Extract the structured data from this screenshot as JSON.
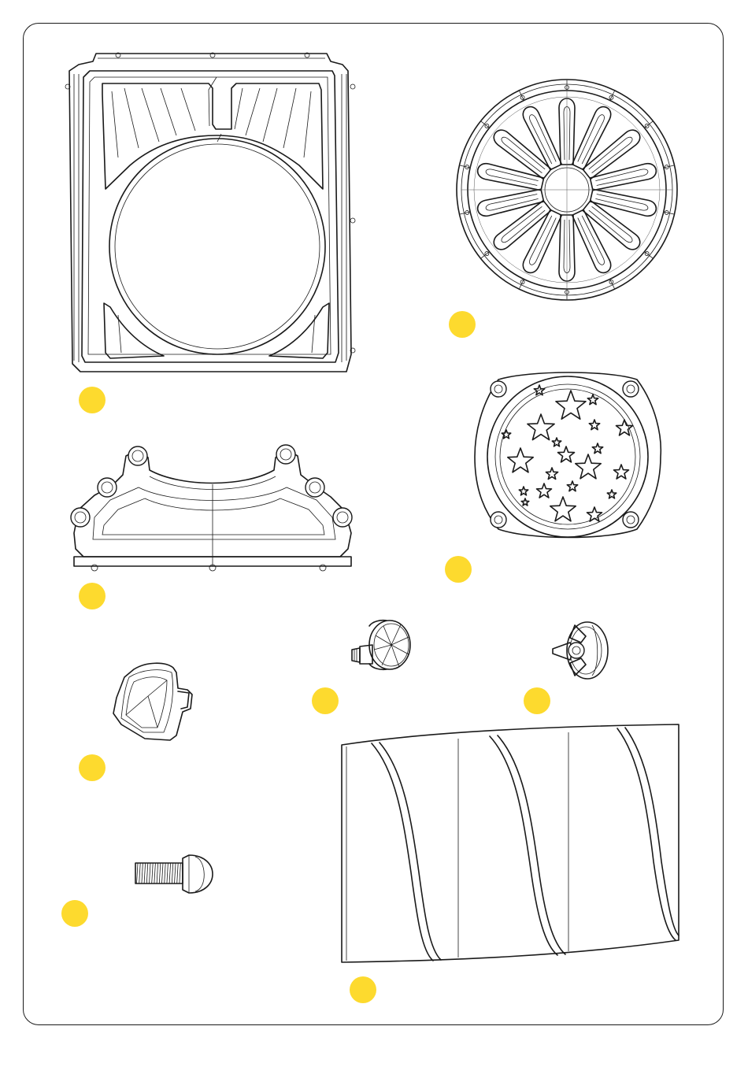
{
  "colors": {
    "marker": "#FDDA2E",
    "line": "#1a1a1a",
    "paper": "#ffffff"
  },
  "parts": [
    {
      "id": "front-panel",
      "icon": "front-panel-frame-icon"
    },
    {
      "id": "round-grille",
      "icon": "round-grille-icon"
    },
    {
      "id": "top-bracket",
      "icon": "top-bracket-icon"
    },
    {
      "id": "star-cover",
      "icon": "star-cover-plate-icon"
    },
    {
      "id": "thumb-screw",
      "icon": "thumb-screw-icon"
    },
    {
      "id": "wing-nut",
      "icon": "wing-nut-icon"
    },
    {
      "id": "knob-cap",
      "icon": "knob-cap-icon"
    },
    {
      "id": "spiral-wrap-sheet",
      "icon": "spiral-wrap-sheet-icon"
    },
    {
      "id": "machine-screw",
      "icon": "machine-screw-icon"
    }
  ]
}
